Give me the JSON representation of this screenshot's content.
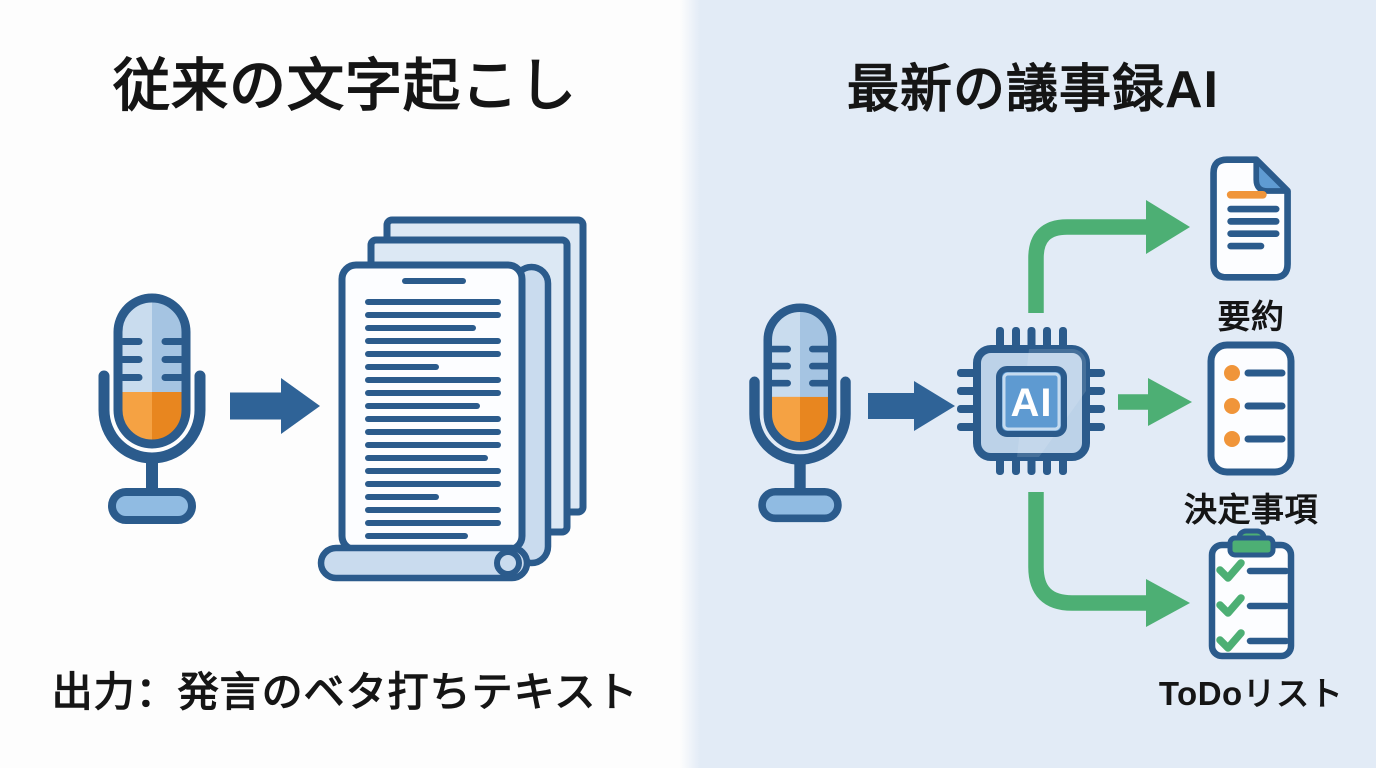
{
  "theme": {
    "navy": "#2b5b8c",
    "arrowBlue": "#2f6397",
    "chipBlue": "#5e9ad1",
    "chipBody": "#bcd2e8",
    "foldBlue": "#5f9bd2",
    "micBlueL": "#c9dcee",
    "micBlueR": "#a5c4e2",
    "baseBlue": "#90bbe2",
    "pageBack": "#dce8f4",
    "pageRoll": "#c9dbee",
    "white": "#fcfdff",
    "orange": "#f5a243",
    "orangeDeep": "#e8861f",
    "bulletOrange": "#f0953a",
    "green": "#4daf74",
    "bgLeft": "#fdfdfd",
    "bgRight": "#e2ebf6",
    "text": "#151515"
  },
  "left_panel": {
    "title": "従来の文字起こし",
    "caption": "出力：発言のベタ打ちテキスト",
    "microphone_icon": "microphone-icon",
    "arrow_icon": "arrow-right-icon",
    "document_icon": "document-stack-icon"
  },
  "right_panel": {
    "title": "最新の議事録AI",
    "chip_label": "AI",
    "microphone_icon": "microphone-icon",
    "arrow_icon": "arrow-right-icon",
    "chip_icon": "ai-chip-icon",
    "outputs": [
      {
        "label": "要約",
        "icon": "summary-document-icon"
      },
      {
        "label": "決定事項",
        "icon": "decisions-list-icon"
      },
      {
        "label": "ToDoリスト",
        "icon": "todo-checklist-icon"
      }
    ]
  }
}
